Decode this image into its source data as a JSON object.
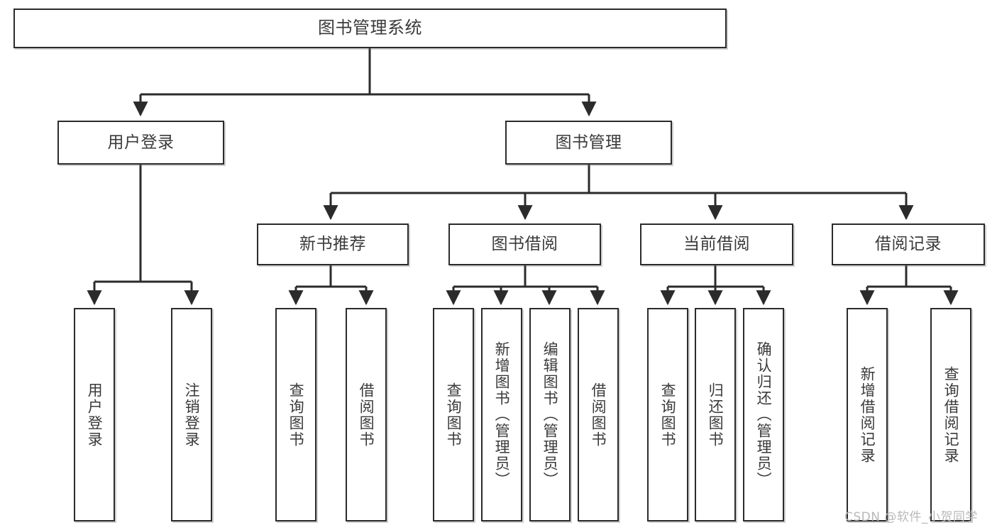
{
  "diagram": {
    "type": "tree-hierarchy",
    "title": "图书管理系统",
    "watermark": "CSDN @软件_小贺同学",
    "colors": {
      "border": "#2b2b2b",
      "background": "#ffffff",
      "text": "#3a3a3a",
      "connector": "#2b2b2b",
      "watermark": "#b9b9b9"
    },
    "nodes": {
      "root": {
        "label": "图书管理系统"
      },
      "level2": [
        {
          "label": "用户登录"
        },
        {
          "label": "图书管理"
        }
      ],
      "level3": [
        {
          "label": "新书推荐"
        },
        {
          "label": "图书借阅"
        },
        {
          "label": "当前借阅"
        },
        {
          "label": "借阅记录"
        }
      ],
      "leaves": {
        "user_login": [
          {
            "label": "用户登录"
          },
          {
            "label": "注销登录"
          }
        ],
        "new_book": [
          {
            "label": "查询图书"
          },
          {
            "label": "借阅图书"
          }
        ],
        "book_borrow": [
          {
            "label": "查询图书"
          },
          {
            "label": "新增图书（管理员）"
          },
          {
            "label": "编辑图书（管理员）"
          },
          {
            "label": "借阅图书"
          }
        ],
        "current_borrow": [
          {
            "label": "查询图书"
          },
          {
            "label": "归还图书"
          },
          {
            "label": "确认归还（管理员）"
          }
        ],
        "borrow_record": [
          {
            "label": "新增借阅记录"
          },
          {
            "label": "查询借阅记录"
          }
        ]
      }
    }
  }
}
